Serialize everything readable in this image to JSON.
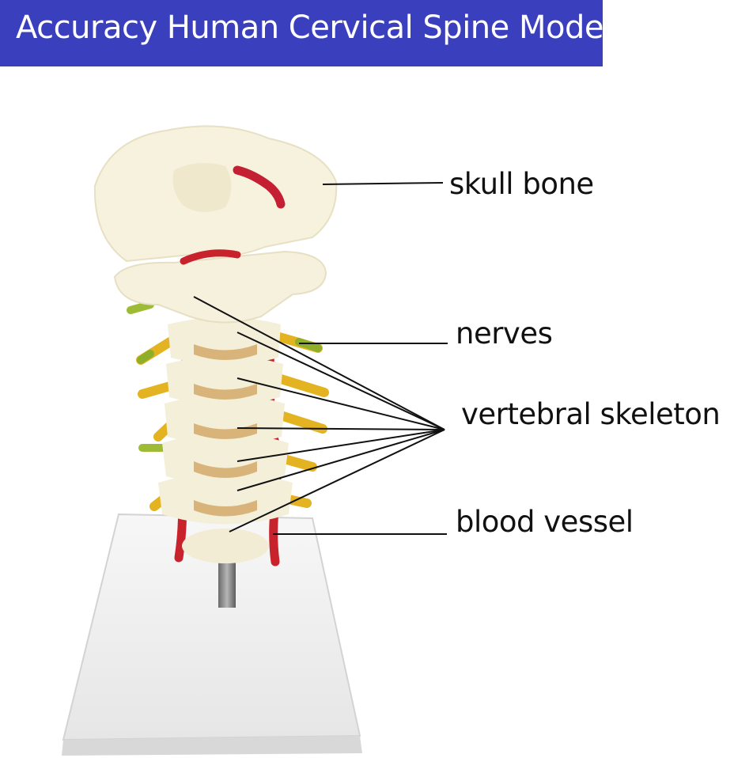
{
  "title": "Accuracy Human Cervical Spine Model",
  "labels": {
    "skull_bone": "skull bone",
    "nerves": "nerves",
    "vertebral_skeleton": "vertebral skeleton",
    "blood_vessel": "blood vessel"
  },
  "colors": {
    "banner": "#3a3fbd",
    "bone": "#f4efd9",
    "disc": "#d9b47a",
    "nerve": "#e6b822",
    "vessel": "#c8232c",
    "base": "#e9e9e9"
  },
  "icons": [
    "cervical-spine-model-illustration"
  ]
}
